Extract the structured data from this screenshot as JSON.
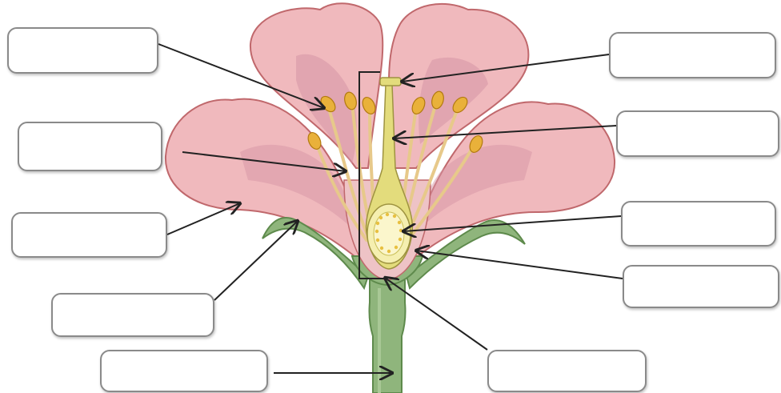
{
  "diagram": {
    "colors": {
      "petal": "#f0b9bd",
      "petal_outline": "#c0686c",
      "petal_shade": "#d596a6",
      "sepal_stem": "#8fb57c",
      "sepal_outline": "#5e8a4c",
      "pistil": "#e3dc7c",
      "anther": "#e9b13a",
      "filament": "#e7c98a",
      "ovule": "#f5efb0",
      "arrow": "#222222"
    },
    "labels": [
      {
        "id": "anther-label",
        "text": ""
      },
      {
        "id": "filament-label",
        "text": ""
      },
      {
        "id": "petal-label",
        "text": ""
      },
      {
        "id": "sepal-label",
        "text": ""
      },
      {
        "id": "stem-label",
        "text": ""
      },
      {
        "id": "stigma-label",
        "text": ""
      },
      {
        "id": "style-label",
        "text": ""
      },
      {
        "id": "ovule-label",
        "text": ""
      },
      {
        "id": "ovary-label",
        "text": ""
      },
      {
        "id": "receptacle-label",
        "text": ""
      }
    ]
  }
}
